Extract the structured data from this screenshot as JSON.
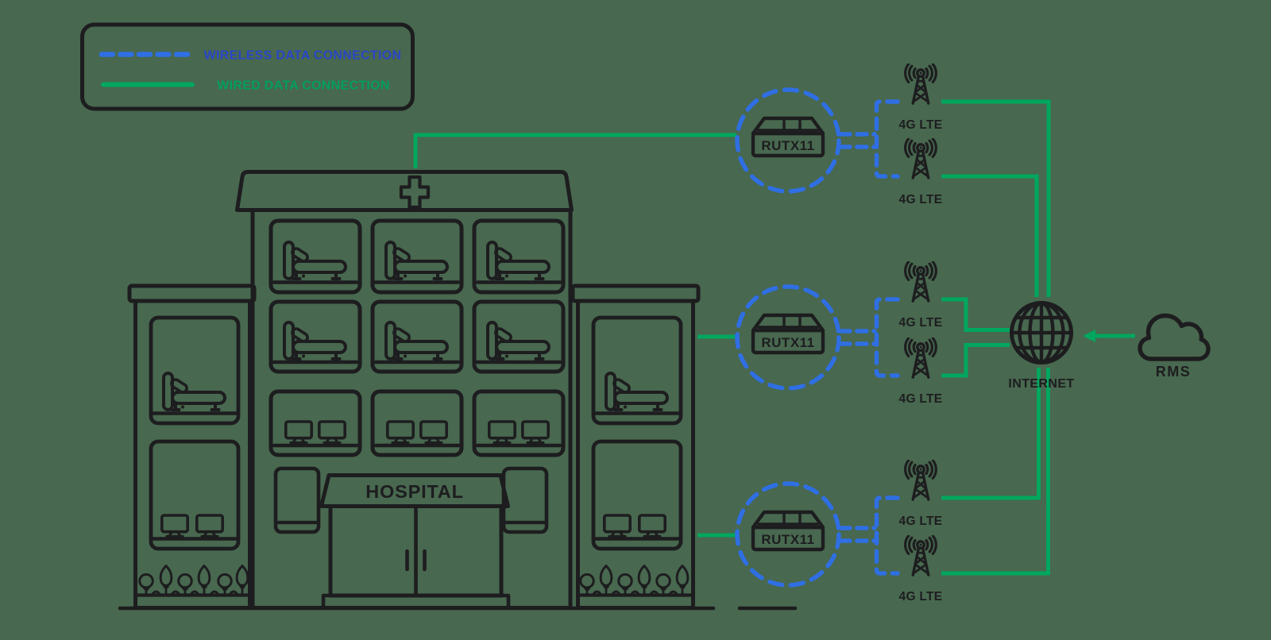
{
  "legend": {
    "wireless_label": "WIRELESS DATA CONNECTION",
    "wired_label": "WIRED DATA CONNECTION"
  },
  "hospital": {
    "sign": "HOSPITAL"
  },
  "routers": [
    {
      "label": "RUTX11"
    },
    {
      "label": "RUTX11"
    },
    {
      "label": "RUTX11"
    }
  ],
  "towers": [
    {
      "label": "4G LTE"
    },
    {
      "label": "4G LTE"
    },
    {
      "label": "4G LTE"
    },
    {
      "label": "4G LTE"
    },
    {
      "label": "4G LTE"
    },
    {
      "label": "4G LTE"
    }
  ],
  "internet": {
    "label": "INTERNET"
  },
  "rms": {
    "label": "RMS"
  },
  "colors": {
    "background": "#48684F",
    "outline": "#1D1D1F",
    "wireless_blue": "#2F6FE3",
    "wireless_text": "#2946C8",
    "wired_green": "#00A75E",
    "wired_text": "#019E60"
  }
}
